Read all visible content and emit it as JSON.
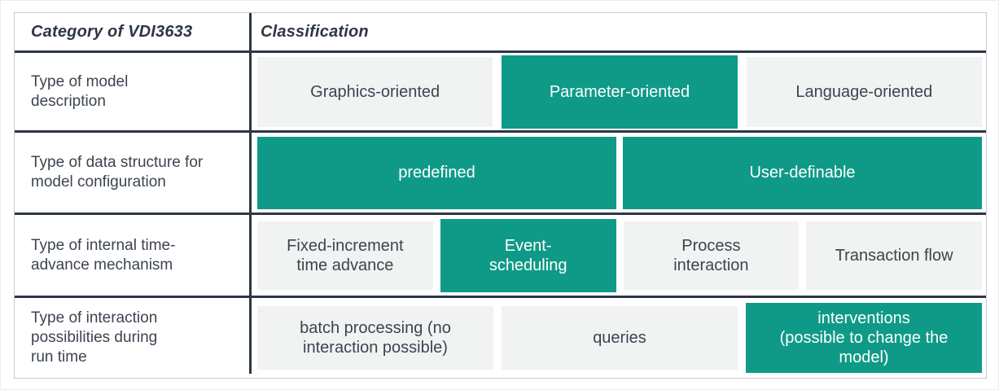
{
  "colors": {
    "accent_teal": "#0f9a87",
    "cell_gray": "#f1f3f2",
    "line_dark": "#2c3646",
    "text_dark": "#3c4450",
    "border_light": "#c6c9cb",
    "selected_text": "#ffffff"
  },
  "header": {
    "category_label": "Category of VDI3633",
    "classification_label": "Classification"
  },
  "rows": [
    {
      "category": "Type of model\ndescription",
      "cells": [
        {
          "label": "Graphics-oriented",
          "selected": false
        },
        {
          "label": "Parameter-oriented",
          "selected": true
        },
        {
          "label": "Language-oriented",
          "selected": false
        }
      ]
    },
    {
      "category": "Type of data structure for\nmodel configuration",
      "cells": [
        {
          "label": "predefined",
          "selected": true
        },
        {
          "label": "User-definable",
          "selected": true
        }
      ]
    },
    {
      "category": "Type of internal time-\nadvance mechanism",
      "cells": [
        {
          "label": "Fixed-increment\ntime advance",
          "selected": false
        },
        {
          "label": "Event-\nscheduling",
          "selected": true
        },
        {
          "label": "Process\ninteraction",
          "selected": false
        },
        {
          "label": "Transaction flow",
          "selected": false
        }
      ]
    },
    {
      "category": "Type of interaction\npossibilities during\nrun time",
      "cells": [
        {
          "label": "batch processing (no\ninteraction possible)",
          "selected": false
        },
        {
          "label": "queries",
          "selected": false
        },
        {
          "label": "interventions\n(possible to change the\nmodel)",
          "selected": true
        }
      ]
    }
  ]
}
